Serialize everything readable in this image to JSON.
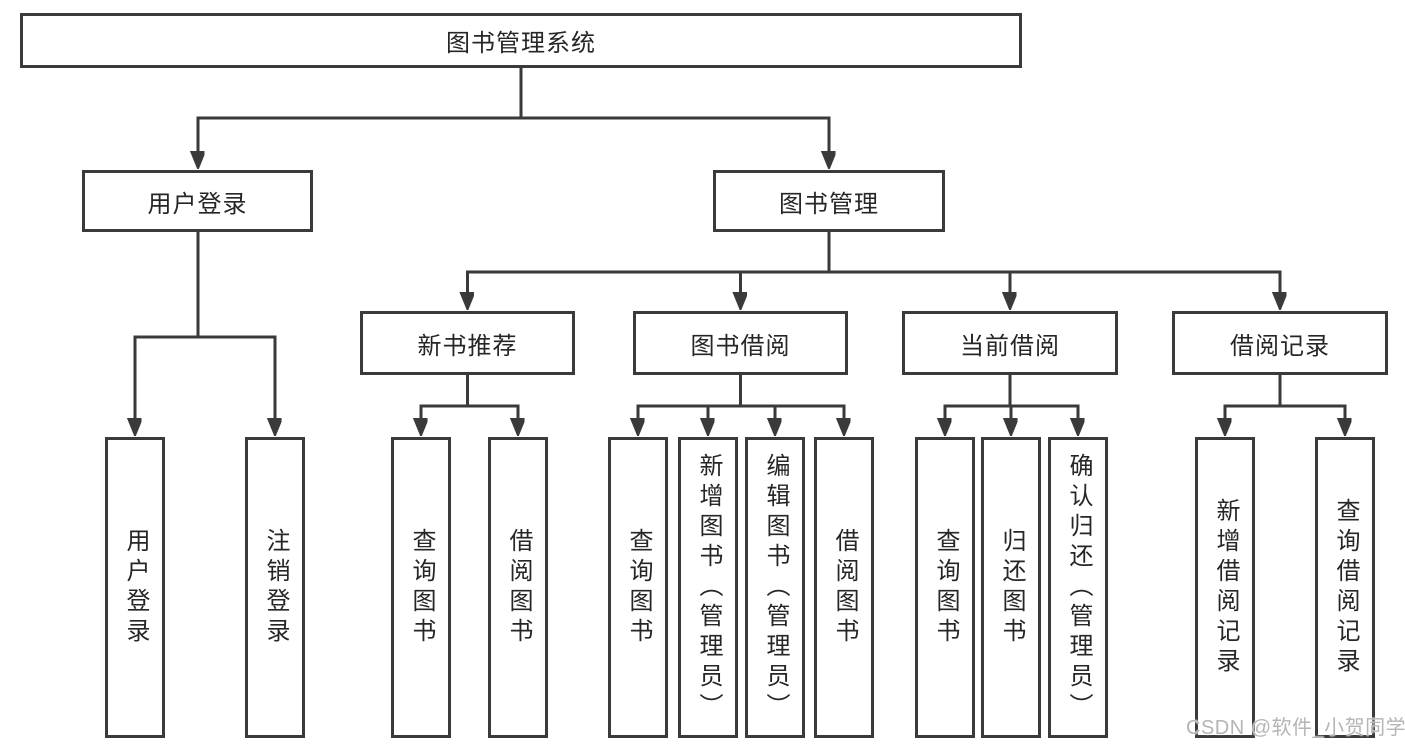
{
  "tree": {
    "root": "图书管理系统",
    "user_login": {
      "label": "用户登录",
      "children": [
        "用户登录",
        "注销登录"
      ]
    },
    "book_mgmt": {
      "label": "图书管理",
      "sections": {
        "new_book": {
          "label": "新书推荐",
          "children": [
            "查询图书",
            "借阅图书"
          ]
        },
        "borrow": {
          "label": "图书借阅",
          "children": [
            "查询图书",
            "新增图书（管理员）",
            "编辑图书（管理员）",
            "借阅图书"
          ]
        },
        "current": {
          "label": "当前借阅",
          "children": [
            "查询图书",
            "归还图书",
            "确认归还（管理员）"
          ]
        },
        "records": {
          "label": "借阅记录",
          "children": [
            "新增借阅记录",
            "查询借阅记录"
          ]
        }
      }
    }
  },
  "watermark": "CSDN @软件_小贺同学",
  "colors": {
    "line": "#3a3a3a",
    "text": "#262626",
    "watermark": "#b5b5b5",
    "background": "#ffffff"
  }
}
